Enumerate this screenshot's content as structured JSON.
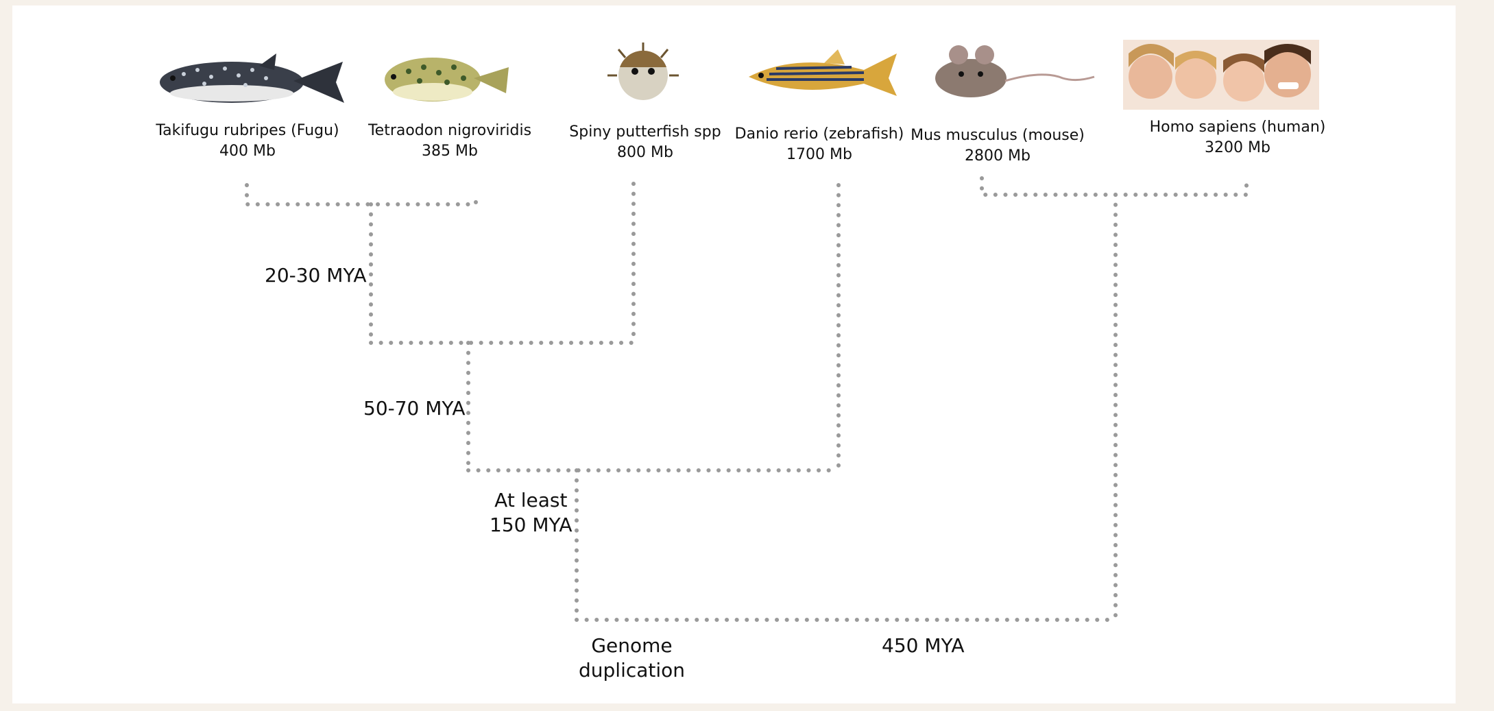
{
  "species": [
    {
      "name": "Takifugu rubripes (Fugu)",
      "genome_size": "400 Mb",
      "picture": "pufferfish-image"
    },
    {
      "name": "Tetraodon nigroviridis",
      "genome_size": "385 Mb",
      "picture": "green-pufferfish-image"
    },
    {
      "name": "Spiny putterfish spp",
      "genome_size": "800 Mb",
      "picture": "spiny-pufferfish-image"
    },
    {
      "name": "Danio rerio (zebrafish)",
      "genome_size": "1700 Mb",
      "picture": "zebrafish-image"
    },
    {
      "name": "Mus musculus (mouse)",
      "genome_size": "2800 Mb",
      "picture": "mouse-image"
    },
    {
      "name": "Homo sapiens (human)",
      "genome_size": "3200 Mb",
      "picture": "family-photo-image"
    }
  ],
  "divergence_labels": {
    "fugu_tetraodon": "20-30 MYA",
    "puffer_spiny": "50-70 MYA",
    "puffer_zebrafish": [
      "At least",
      "150 MYA"
    ],
    "fish_mammal": "450 MYA"
  },
  "genome_duplication": [
    "Genome",
    "duplication"
  ],
  "colors": {
    "tree_line": "#9a9a9a",
    "background": "#f6f1ea",
    "panel": "#ffffff"
  }
}
